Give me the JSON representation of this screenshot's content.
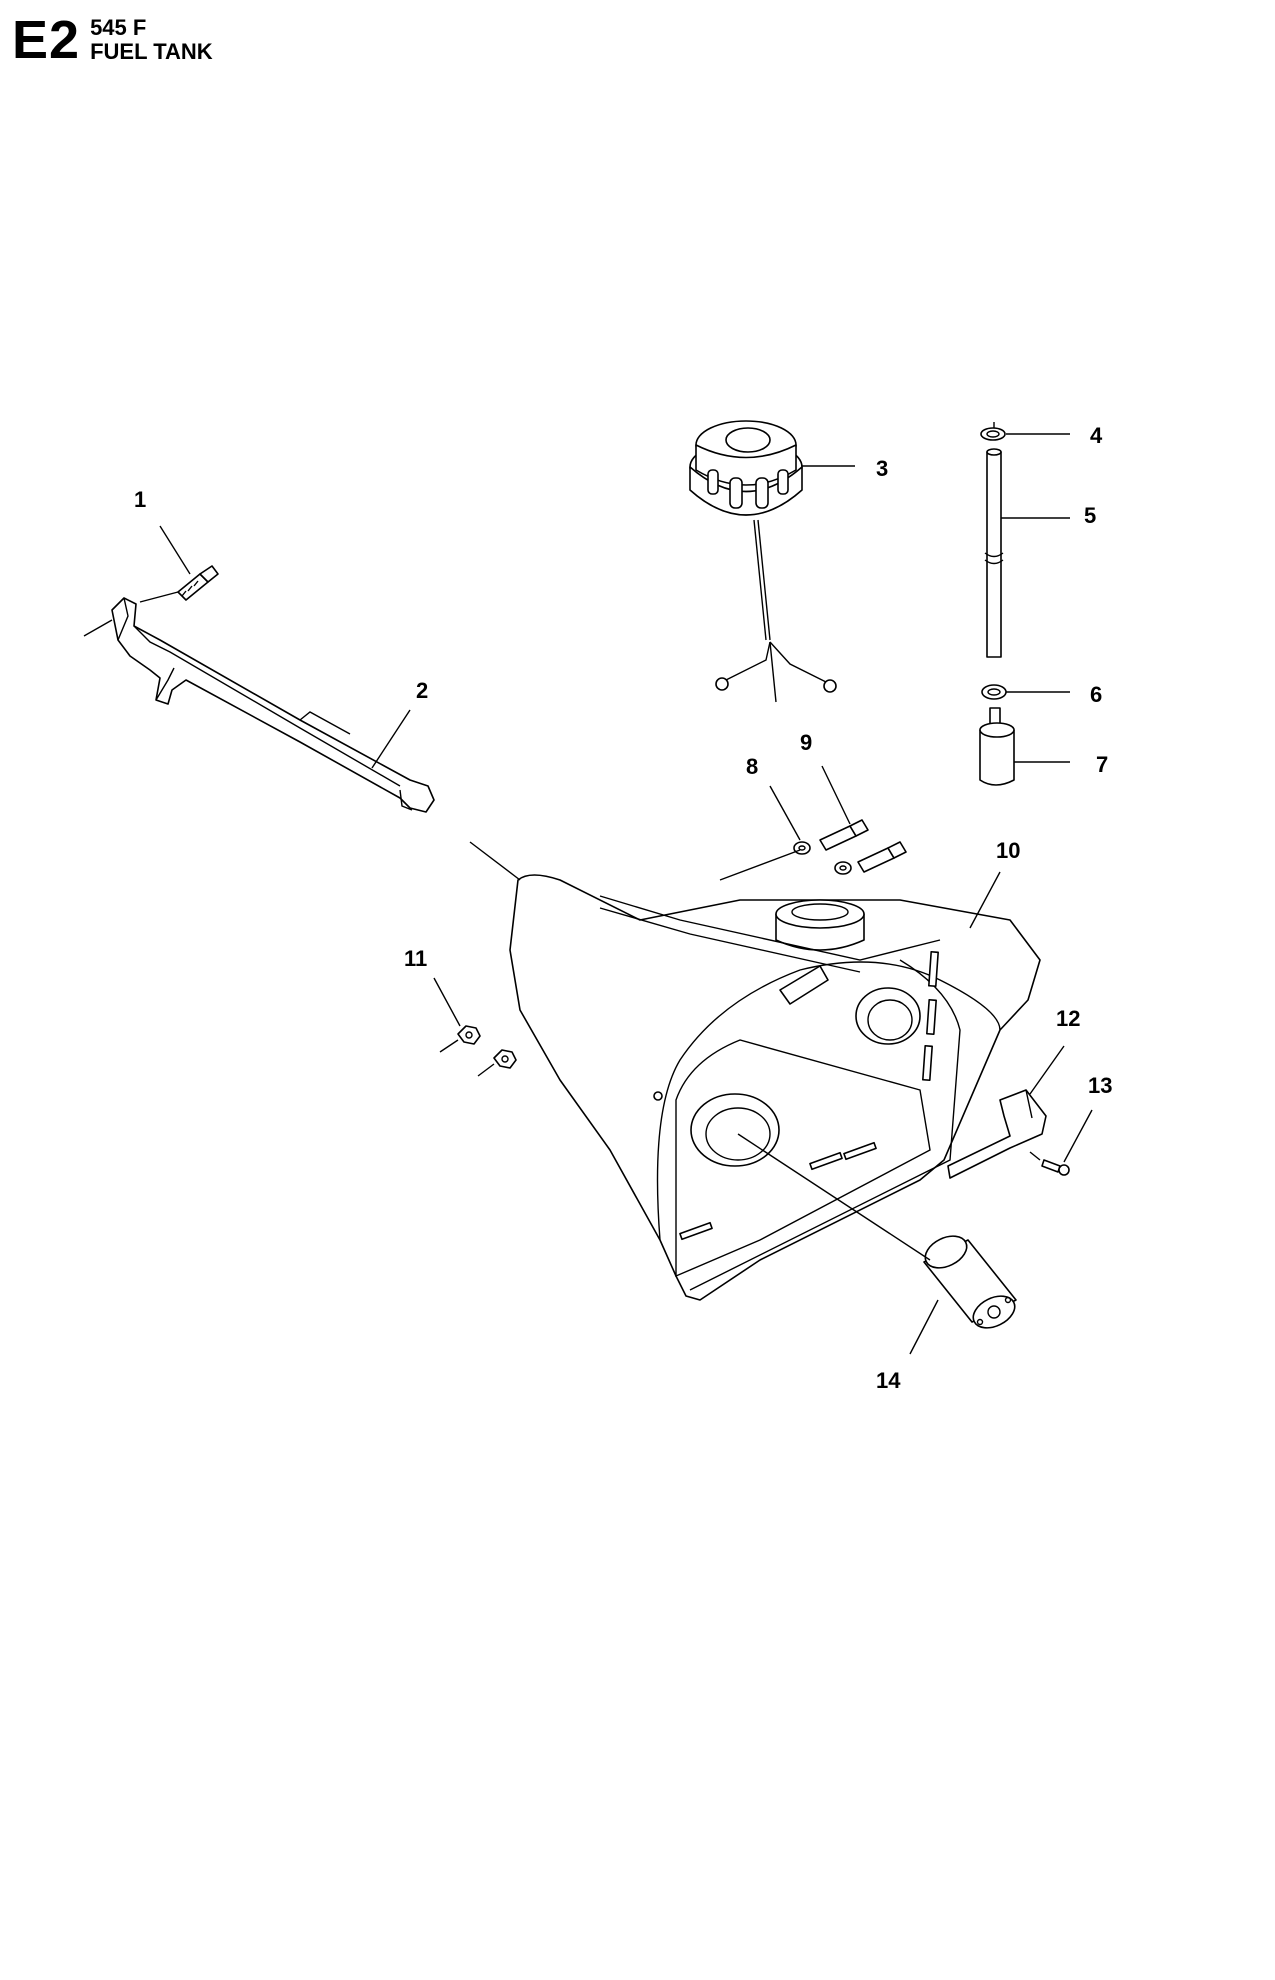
{
  "header": {
    "section_code": "E2",
    "model": "545 F",
    "title": "FUEL TANK"
  },
  "callouts": [
    {
      "id": "c1",
      "label": "1"
    },
    {
      "id": "c2",
      "label": "2"
    },
    {
      "id": "c3",
      "label": "3"
    },
    {
      "id": "c4",
      "label": "4"
    },
    {
      "id": "c5",
      "label": "5"
    },
    {
      "id": "c6",
      "label": "6"
    },
    {
      "id": "c7",
      "label": "7"
    },
    {
      "id": "c8",
      "label": "8"
    },
    {
      "id": "c9",
      "label": "9"
    },
    {
      "id": "c10",
      "label": "10"
    },
    {
      "id": "c11",
      "label": "11"
    },
    {
      "id": "c12",
      "label": "12"
    },
    {
      "id": "c13",
      "label": "13"
    },
    {
      "id": "c14",
      "label": "14"
    }
  ]
}
